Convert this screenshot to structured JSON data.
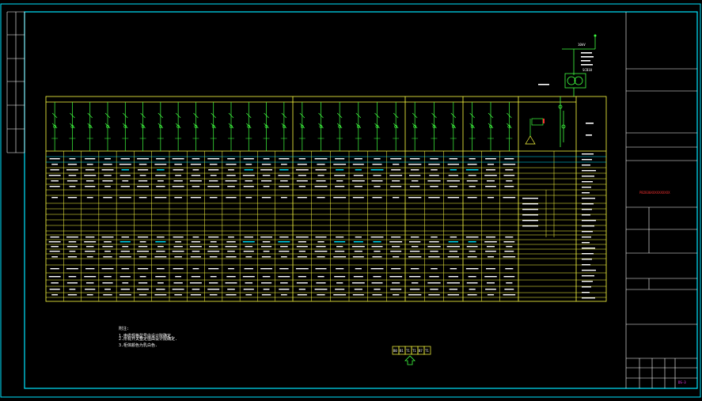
{
  "colors": {
    "background": "#000000",
    "frame": "#00e5ff",
    "table_lines": "#ffff40",
    "feeder": "#40ff40",
    "text": "#ffffff",
    "red_text": "#ff3333",
    "magenta": "#ff40ff"
  },
  "panel_groups": [
    {
      "id": "group-a",
      "cabinets": 14
    },
    {
      "id": "group-b",
      "cabinets": 6
    },
    {
      "id": "group-c",
      "cabinets": 3
    },
    {
      "id": "group-d",
      "cabinets": 3
    }
  ],
  "title_block": {
    "red_label": "PB2B30XXXXXXXXXX",
    "drawing_no": "DS-3"
  },
  "notes": {
    "heading": "附注:",
    "items": [
      "1.电缆规格型号由设计院确定.",
      "2.所有开关整定值由设计院确定.",
      "3.柜体颜色为乳白色."
    ]
  },
  "bus_sections": [
    "B0",
    "B1",
    "T1",
    "T1",
    "B7",
    "T1"
  ],
  "transformer": {
    "top_label": "10kV",
    "rating": "SCB10"
  }
}
